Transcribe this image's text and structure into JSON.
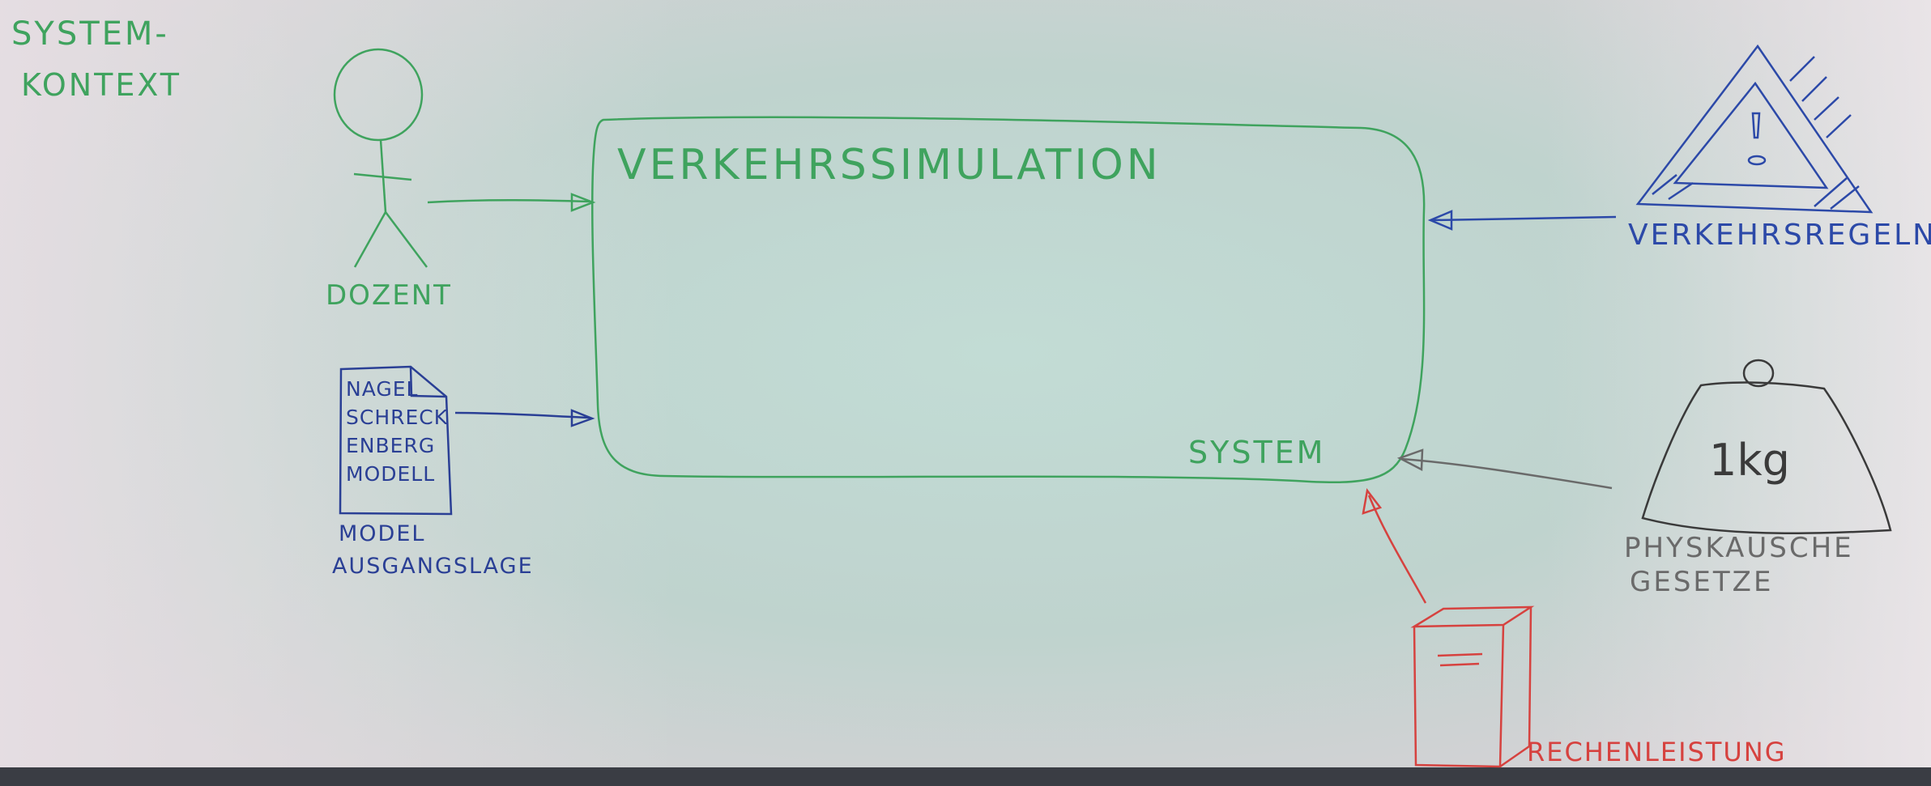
{
  "board": {
    "title_line1": "SYSTEM-",
    "title_line2": "KONTEXT"
  },
  "system": {
    "name": "VERKEHRSSIMULATION",
    "label": "SYSTEM"
  },
  "actors": {
    "dozent": "DOZENT"
  },
  "document": {
    "lines": [
      "NAGEL",
      "SCHRECK",
      "ENBERG",
      "MODELL"
    ],
    "caption_line1": "MODEL",
    "caption_line2": "AUSGANGSLAGE"
  },
  "externals": {
    "verkehrsregeln": "VERKEHRSREGELN",
    "weight_text": "1kg",
    "gesetze_line1": "PHYSKAUSCHE",
    "gesetze_line2": "GESETZE",
    "rechenleistung": "RECHENLEISTUNG"
  },
  "colors": {
    "board": "#b9cdc8",
    "green_marker": "#3fa35e",
    "blue_marker": "#2c49a8",
    "gray_marker": "#6a6a6a",
    "black_marker": "#3a3a3a",
    "red_marker": "#d6423f"
  }
}
